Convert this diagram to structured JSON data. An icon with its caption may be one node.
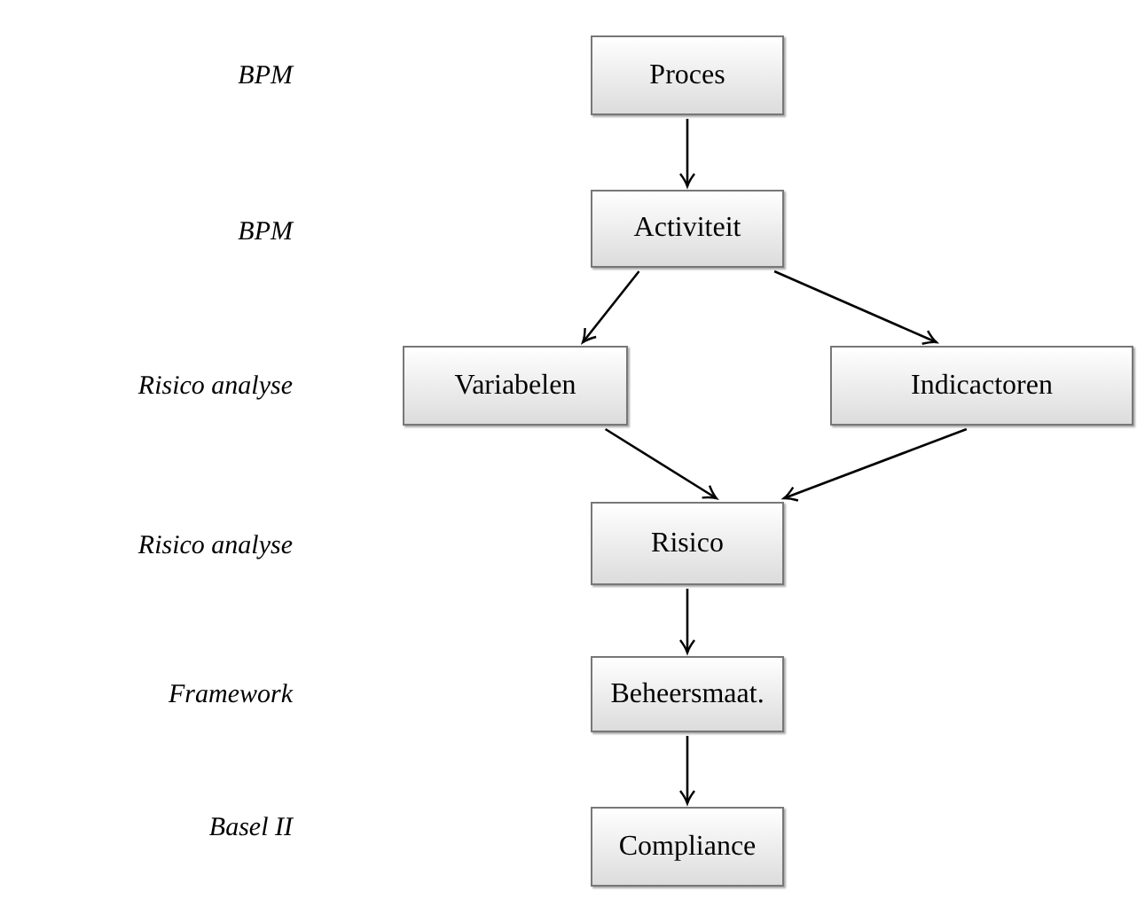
{
  "diagram": {
    "nodes": [
      {
        "text": [
          "Proces"
        ]
      },
      {
        "text": [
          "Activiteit"
        ]
      },
      {
        "text": [
          "Variabelen"
        ]
      },
      {
        "text": [
          "Indicactoren"
        ]
      },
      {
        "text": [
          "Risico"
        ]
      },
      {
        "text": [
          "Beheersmaat."
        ]
      },
      {
        "text": [
          "Compliance"
        ]
      }
    ],
    "edges": [
      {
        "from": 0,
        "to": 1,
        "arrow": "to"
      },
      {
        "from": 1,
        "to": 2,
        "arrow": "to"
      },
      {
        "from": 1,
        "to": 3,
        "arrow": "to"
      },
      {
        "from": 2,
        "to": 4,
        "arrow": "to"
      },
      {
        "from": 3,
        "to": 4,
        "arrow": "to"
      },
      {
        "from": 4,
        "to": 5,
        "arrow": "to"
      },
      {
        "from": 5,
        "to": 6,
        "arrow": "to"
      }
    ],
    "labels": [
      "BPM",
      "BPM",
      "Risico analyse",
      "Risico analyse",
      "Framework",
      "Basel II"
    ]
  }
}
